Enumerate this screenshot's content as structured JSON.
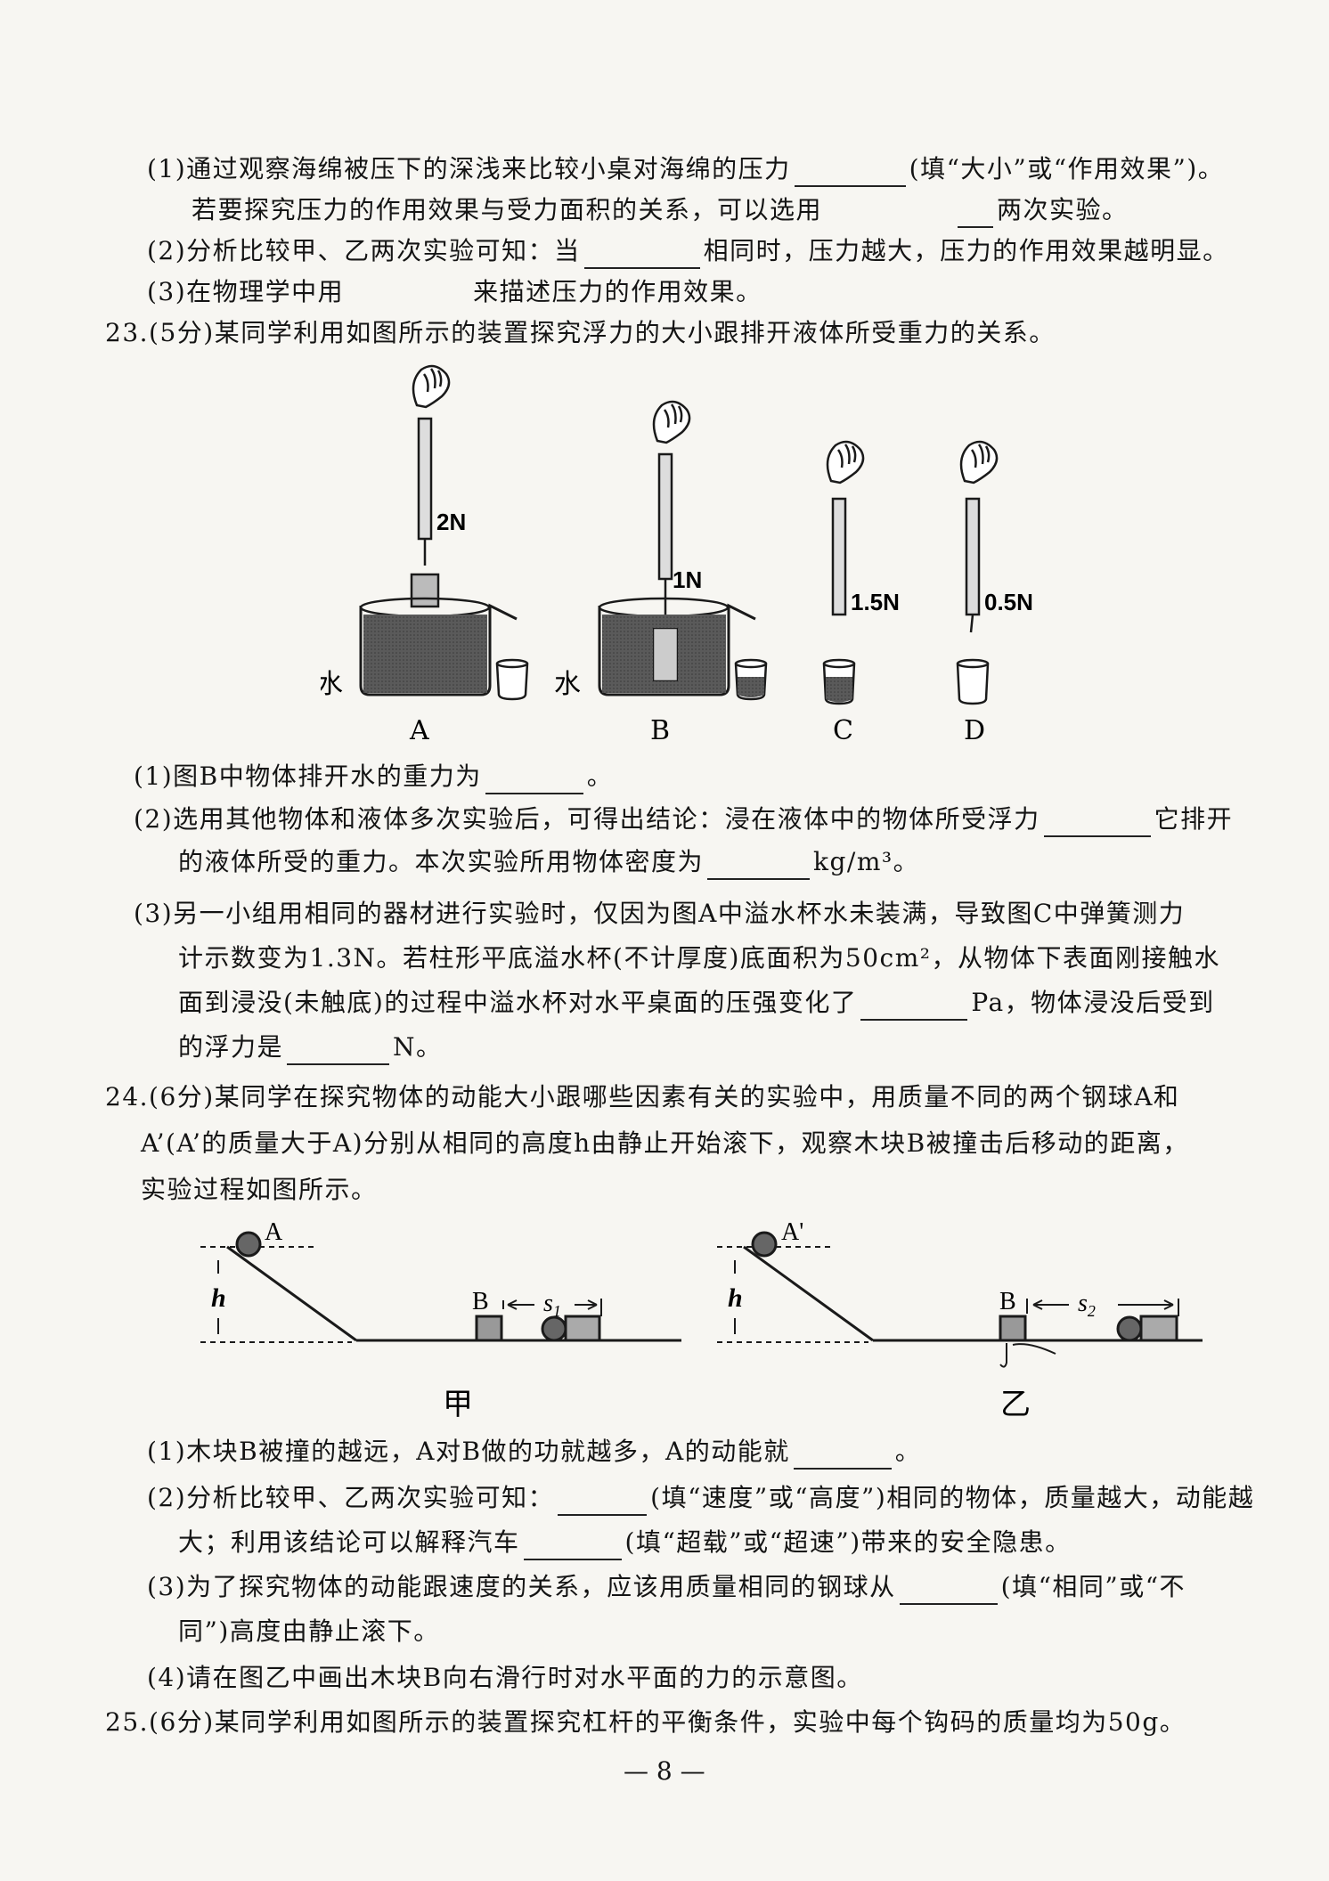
{
  "q22": {
    "p1a": "(1)通过观察海绵被压下的深浅来比较小桌对海绵的压力",
    "p1b": "(填“大小”或“作用效果”)。",
    "p1c": "若要探究压力的作用效果与受力面积的关系，可以选用",
    "p1d": "两次实验。",
    "p2a": "(2)分析比较甲、乙两次实验可知：当",
    "p2b": "相同时，压力越大，压力的作用效果越明显。",
    "p3a": "(3)在物理学中用",
    "p3b": "来描述压力的作用效果。"
  },
  "q23": {
    "stem": "23.(5分)某同学利用如图所示的装置探究浮力的大小跟排开液体所受重力的关系。",
    "figure": {
      "readings": [
        "2N",
        "1N",
        "1.5N",
        "0.5N"
      ],
      "panels": [
        "A",
        "B",
        "C",
        "D"
      ],
      "water": "水"
    },
    "p1a": "(1)图B中物体排开水的重力为",
    "p1b": "。",
    "p2a": "(2)选用其他物体和液体多次实验后，可得出结论：浸在液体中的物体所受浮力",
    "p2b": "它排开",
    "p2c": "的液体所受的重力。本次实验所用物体密度为",
    "p2d": "kg/m³。",
    "p3a": "(3)另一小组用相同的器材进行实验时，仅因为图A中溢水杯水未装满，导致图C中弹簧测力",
    "p3b": "计示数变为1.3N。若柱形平底溢水杯(不计厚度)底面积为50cm²，从物体下表面刚接触水",
    "p3c": "面到浸没(未触底)的过程中溢水杯对水平桌面的压强变化了",
    "p3d": "Pa，物体浸没后受到",
    "p3e": "的浮力是",
    "p3f": "N。"
  },
  "q24": {
    "stem1": "24.(6分)某同学在探究物体的动能大小跟哪些因素有关的实验中，用质量不同的两个钢球A和",
    "stem2": "A’(A’的质量大于A)分别从相同的高度h由静止开始滚下，观察木块B被撞击后移动的距离，",
    "stem3": "实验过程如图所示。",
    "figure": {
      "ballA": "A",
      "ballA2": "A'",
      "height": "h",
      "block": "B",
      "s1": "s",
      "s1sub": "1",
      "s2": "s",
      "s2sub": "2",
      "cap1": "甲",
      "cap2": "乙"
    },
    "p1a": "(1)木块B被撞的越远，A对B做的功就越多，A的动能就",
    "p1b": "。",
    "p2a": "(2)分析比较甲、乙两次实验可知：",
    "p2b": "(填“速度”或“高度”)相同的物体，质量越大，动能越",
    "p2c": "大；利用该结论可以解释汽车",
    "p2d": "(填“超载”或“超速”)带来的安全隐患。",
    "p3a": "(3)为了探究物体的动能跟速度的关系，应该用质量相同的钢球从",
    "p3b": "(填“相同”或“不",
    "p3c": "同”)高度由静止滚下。",
    "p4": "(4)请在图乙中画出木块B向右滑行时对水平面的力的示意图。"
  },
  "q25": {
    "stem": "25.(6分)某同学利用如图所示的装置探究杠杆的平衡条件，实验中每个钩码的质量均为50g。"
  },
  "page_number": "— 8 —"
}
